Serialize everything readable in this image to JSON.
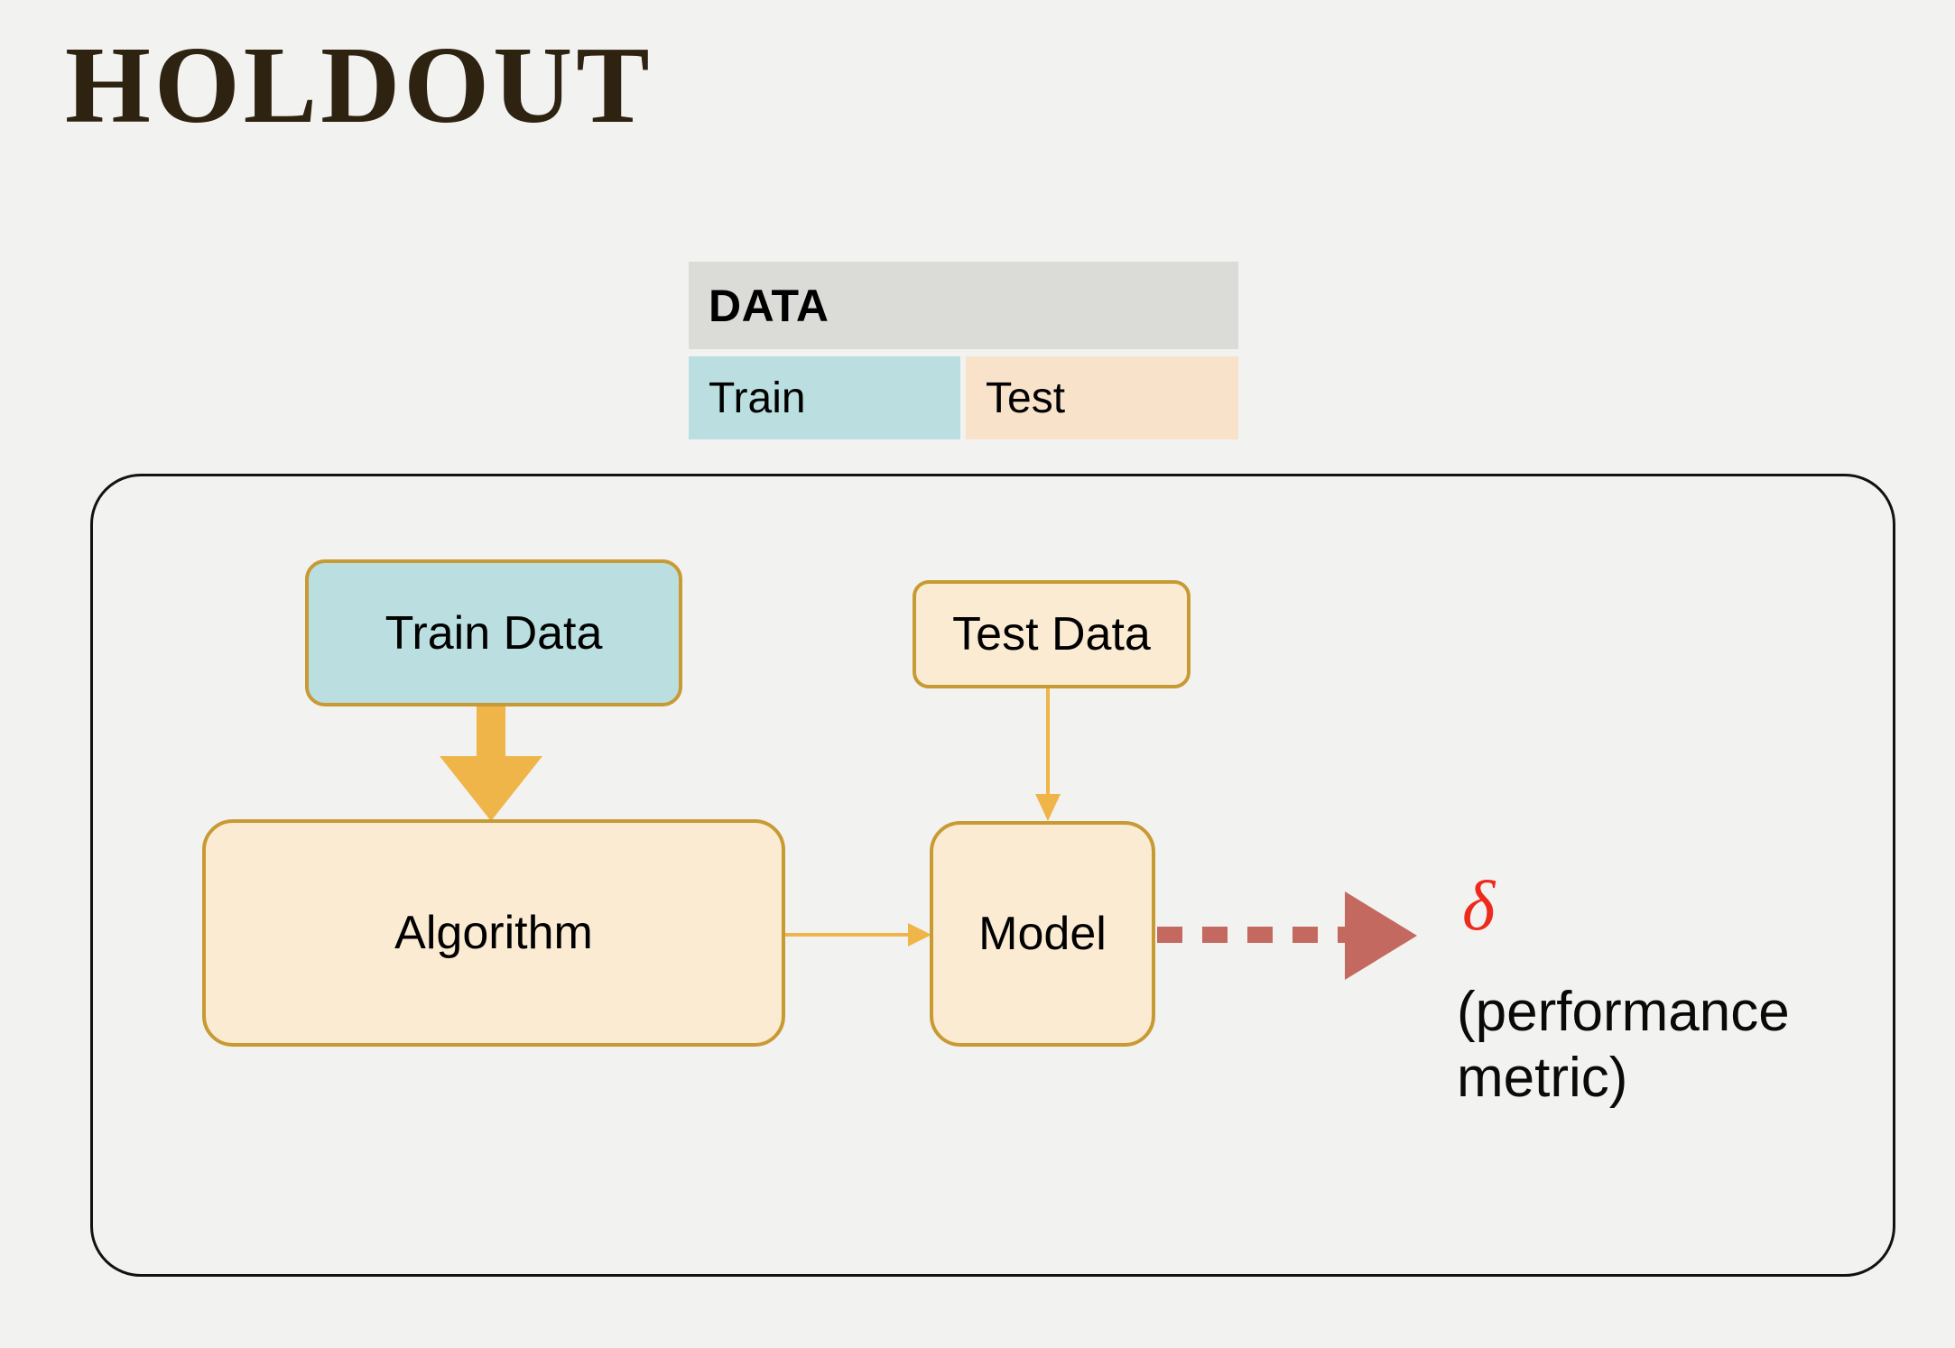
{
  "slide": {
    "title": "HOLDOUT",
    "background_color": "#F2F2F0",
    "title_color": "#2E2211"
  },
  "data_table": {
    "header_label": "DATA",
    "header_color": "#DBDBD7",
    "splits": [
      {
        "label": "Train",
        "color": "#BBDFE0"
      },
      {
        "label": "Test",
        "color": "#F8E3CA"
      }
    ]
  },
  "diagram": {
    "border_color": "#121212",
    "box_border_color": "#C89A33",
    "nodes": [
      {
        "id": "train-data",
        "label": "Train Data",
        "fill": "#BBDFE0"
      },
      {
        "id": "test-data",
        "label": "Test Data",
        "fill": "#FBEBD2"
      },
      {
        "id": "algorithm",
        "label": "Algorithm",
        "fill": "#FBEBD2"
      },
      {
        "id": "model",
        "label": "Model",
        "fill": "#FBEBD2"
      }
    ],
    "edges": [
      {
        "from": "train-data",
        "to": "algorithm",
        "style": "thick-solid",
        "color": "#EFB548"
      },
      {
        "from": "test-data",
        "to": "model",
        "style": "thin-solid",
        "color": "#EFB548"
      },
      {
        "from": "algorithm",
        "to": "model",
        "style": "thin-solid",
        "color": "#EFB548"
      },
      {
        "from": "model",
        "to": "delta",
        "style": "thick-dashed",
        "color": "#C3695F"
      }
    ]
  },
  "output": {
    "symbol": "δ",
    "symbol_color": "#EE2A1C",
    "caption_line1": "(performance",
    "caption_line2": "metric)"
  }
}
